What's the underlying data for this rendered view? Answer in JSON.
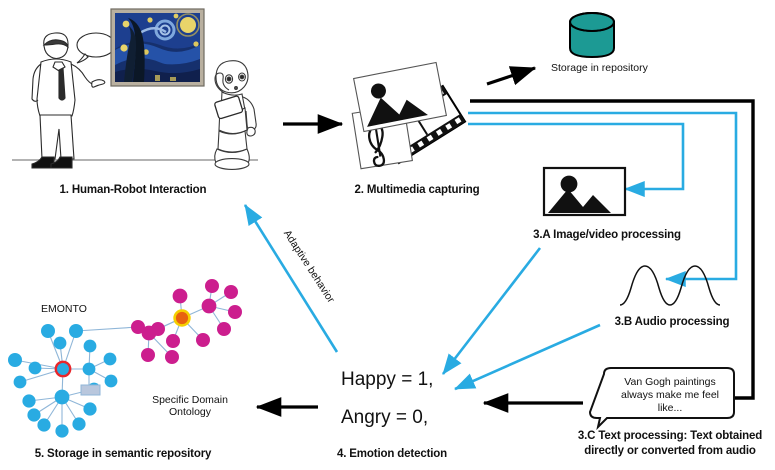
{
  "diagram": {
    "title": "Human-robot interaction emotion pipeline",
    "accent_cyan": "#29ABE2",
    "accent_black": "#000000",
    "db_teal": "#1C9A94",
    "node_blue": "#29ABE2",
    "node_magenta": "#CC1E8E",
    "hub_red_ring": "#E8262B",
    "hub_yellow_ring": "#F5D000"
  },
  "steps": {
    "step1": "1. Human-Robot Interaction",
    "step2": "2. Multimedia capturing",
    "step3a": "3.A Image/video processing",
    "step3b": "3.B Audio processing",
    "step3c_line1": "3.C Text processing: Text obtained",
    "step3c_line2": "directly or converted from audio",
    "step4": "4. Emotion detection",
    "step5": "5. Storage in semantic repository"
  },
  "labels": {
    "storage_repository": "Storage in repository",
    "adaptive_behavior": "Adaptive behavior",
    "emonto": "EMONTO",
    "domain_ontology_line1": "Specific Domain",
    "domain_ontology_line2": "Ontology"
  },
  "speech_bubble": {
    "line1": "Van Gogh paintings",
    "line2": "always make me feel",
    "line3": "like..."
  },
  "emotions": [
    {
      "name": "Happy",
      "text": "Happy = 1,"
    },
    {
      "name": "Angry",
      "text": "Angry = 0,"
    }
  ],
  "icons": {
    "database": "database-cylinder-icon",
    "photo": "photo-mountain-icon",
    "music": "music-sheet-icon",
    "film": "film-strip-icon",
    "waveform": "audio-waveform-icon",
    "human": "human-figure-icon",
    "robot": "humanoid-robot-icon",
    "painting": "starry-night-painting"
  }
}
